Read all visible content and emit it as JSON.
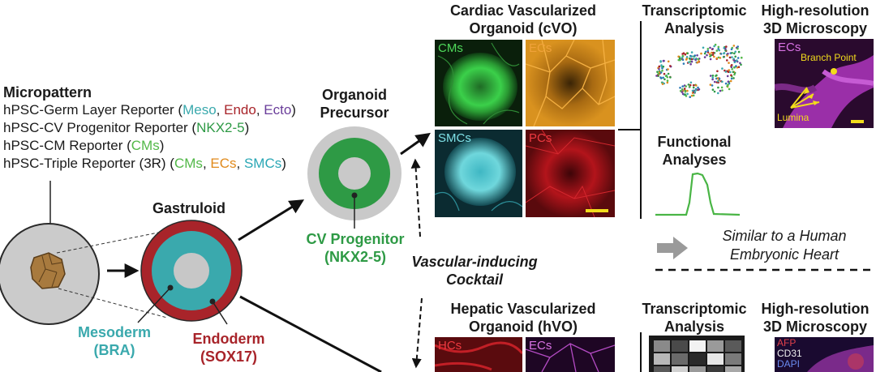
{
  "colors": {
    "meso": "#3aa9ad",
    "endo": "#a8242a",
    "ecto": "#6a3d9a",
    "nkx": "#2e9a45",
    "cms": "#52b848",
    "ecs": "#e08a1c",
    "smcs": "#2aa7b5",
    "gray": "#c7c7c7",
    "trace": "#49b545",
    "arrow_gray": "#9a9a9a"
  },
  "micropattern": {
    "title": "Micropattern",
    "line1": {
      "prefix": "hPSC-Germ Layer Reporter (",
      "meso": "Meso",
      "sep1": ", ",
      "endo": "Endo",
      "sep2": ", ",
      "ecto": "Ecto",
      "suffix": ")"
    },
    "line2": {
      "prefix": "hPSC-CV Progenitor Reporter (",
      "nkx": "NKX2-5",
      "suffix": ")"
    },
    "line3": {
      "prefix": "hPSC-CM Reporter (",
      "cms": "CMs",
      "suffix": ")"
    },
    "line4": {
      "prefix": "hPSC-Triple Reporter (3R) (",
      "cms": "CMs",
      "sep1": ", ",
      "ecs": "ECs",
      "sep2": ", ",
      "smcs": "SMCs",
      "suffix": ")"
    }
  },
  "gastruloid": {
    "title": "Gastruloid",
    "mesoderm_name": "Mesoderm",
    "mesoderm_marker": "(BRA)",
    "endoderm_name": "Endoderm",
    "endoderm_marker": "(SOX17)"
  },
  "precursor": {
    "title_line1": "Organoid",
    "title_line2": "Precursor",
    "cv_name": "CV Progenitor",
    "cv_marker": "(NKX2-5)"
  },
  "cocktail": {
    "line1": "Vascular-inducing",
    "line2": "Cocktail"
  },
  "cardiac": {
    "title_line1": "Cardiac Vascularized",
    "title_line2": "Organoid (cVO)",
    "panels": [
      "CMs",
      "ECs",
      "SMCs",
      "PCs"
    ]
  },
  "transcriptomic": {
    "line1": "Transcriptomic",
    "line2": "Analysis"
  },
  "highres": {
    "line1": "High-resolution",
    "line2": "3D Microscopy",
    "ecs_label": "ECs",
    "branch_label": "Branch Point",
    "lumina_label": "Lumina"
  },
  "functional": {
    "line1": "Functional",
    "line2": "Analyses"
  },
  "similar": {
    "line1": "Similar to a Human",
    "line2": "Embryonic Heart"
  },
  "hepatic": {
    "title_line1": "Hepatic Vascularized",
    "title_line2": "Organoid (hVO)",
    "panels": [
      "HCs",
      "ECs"
    ]
  },
  "transcriptomic2": {
    "line1": "Transcriptomic",
    "line2": "Analysis"
  },
  "highres2": {
    "line1": "High-resolution",
    "line2": "3D Microscopy",
    "stains": [
      "AFP",
      "CD31",
      "DAPI"
    ]
  }
}
